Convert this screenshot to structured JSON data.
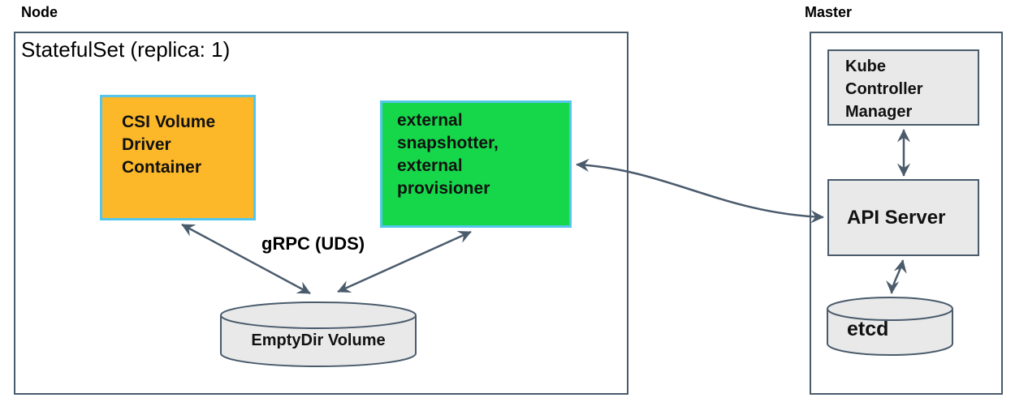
{
  "colors": {
    "slate": "#4a5b6c",
    "orange-fill": "#fcb829",
    "green-fill": "#16d74a",
    "cyan-border": "#54c6ec",
    "gray-fill": "#e9e9e9",
    "text": "#000000",
    "bg": "#ffffff"
  },
  "node": {
    "title": "Node",
    "statefulset_label": "StatefulSet (replica: 1)",
    "csi_driver_label": "CSI Volume\nDriver\nContainer",
    "sidecars_label": "external\nsnapshotter,\nexternal\nprovisioner",
    "grpc_label": "gRPC (UDS)",
    "emptydir_label": "EmptyDir Volume"
  },
  "master": {
    "title": "Master",
    "kcm_label": "Kube\nController\nManager",
    "api_server_label": "API Server",
    "etcd_label": "etcd"
  },
  "connections": [
    {
      "from": "csi-volume-driver-container",
      "to": "emptydir-volume",
      "type": "bidirectional",
      "label": "gRPC (UDS)"
    },
    {
      "from": "external-sidecars",
      "to": "emptydir-volume",
      "type": "bidirectional",
      "label": "gRPC (UDS)"
    },
    {
      "from": "external-sidecars",
      "to": "api-server",
      "type": "bidirectional"
    },
    {
      "from": "kube-controller-manager",
      "to": "api-server",
      "type": "bidirectional"
    },
    {
      "from": "api-server",
      "to": "etcd",
      "type": "bidirectional"
    }
  ]
}
